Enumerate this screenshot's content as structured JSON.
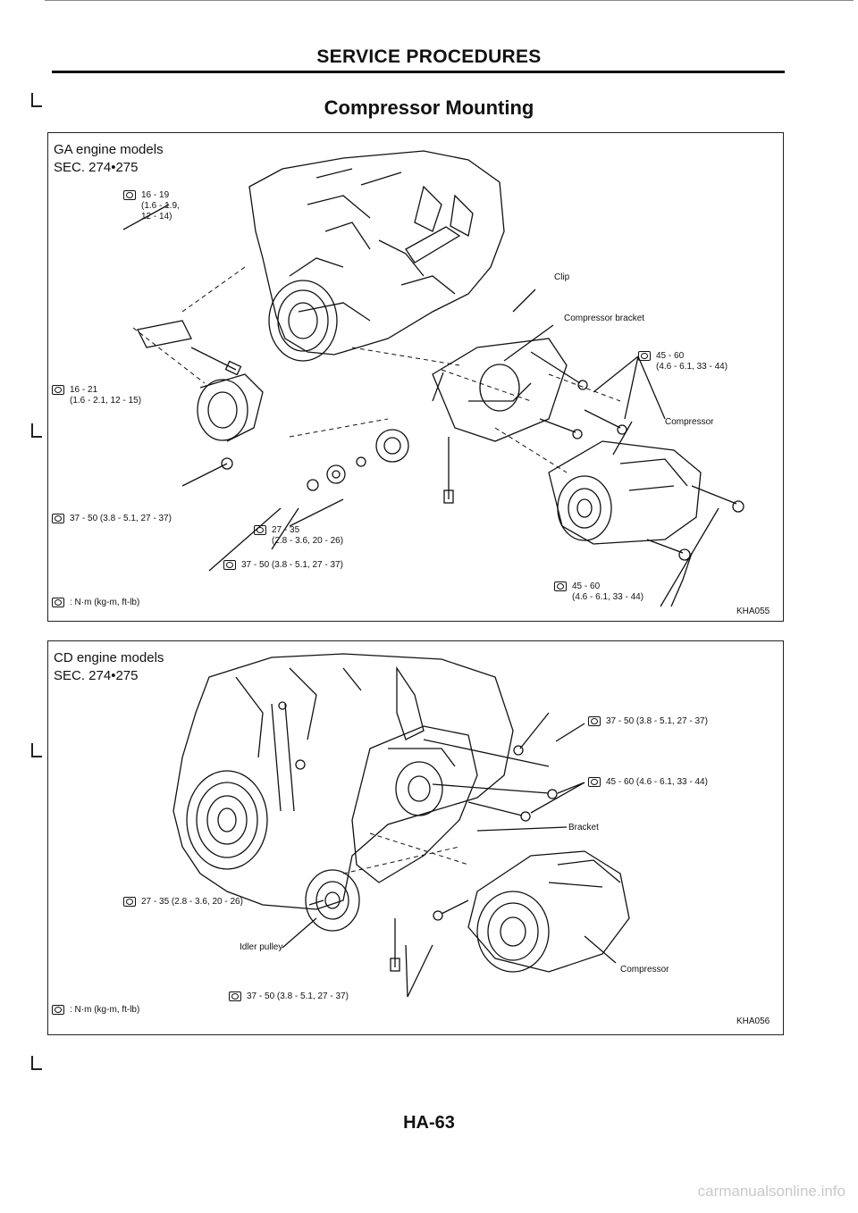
{
  "page": {
    "header": "SERVICE PROCEDURES",
    "title": "Compressor Mounting",
    "page_number": "HA-63",
    "watermark": "carmanualsonline.info"
  },
  "panel_ga": {
    "title_line1": "GA engine models",
    "title_line2": "SEC. 274•275",
    "code": "KHA055",
    "legend": ": N·m (kg-m, ft-lb)",
    "torques": {
      "t1_line1": "16 - 19",
      "t1_line2": "(1.6 - 1.9,",
      "t1_line3": "12 - 14)",
      "t2_line1": "16 - 21",
      "t2_line2": "(1.6 - 2.1, 12 - 15)",
      "t3": "37 - 50 (3.8 - 5.1, 27 - 37)",
      "t4_line1": "27 - 35",
      "t4_line2": "(2.8 - 3.6, 20 - 26)",
      "t5": "37 - 50 (3.8 - 5.1, 27 - 37)",
      "t6_line1": "45 - 60",
      "t6_line2": "(4.6 - 6.1, 33 - 44)",
      "t7_line1": "45 - 60",
      "t7_line2": "(4.6 - 6.1, 33 - 44)"
    },
    "labels": {
      "clip": "Clip",
      "bracket": "Compressor bracket",
      "compressor": "Compressor"
    }
  },
  "panel_cd": {
    "title_line1": "CD engine models",
    "title_line2": "SEC. 274•275",
    "code": "KHA056",
    "legend": ": N·m (kg-m, ft-lb)",
    "torques": {
      "t1": "37 - 50 (3.8 - 5.1, 27 - 37)",
      "t2": "45 - 60 (4.6 - 6.1, 33 - 44)",
      "t3": "27 - 35 (2.8 - 3.6, 20 - 26)",
      "t4": "37 - 50 (3.8 - 5.1, 27 - 37)"
    },
    "labels": {
      "bracket": "Bracket",
      "idler": "Idler pulley",
      "compressor": "Compressor"
    }
  }
}
